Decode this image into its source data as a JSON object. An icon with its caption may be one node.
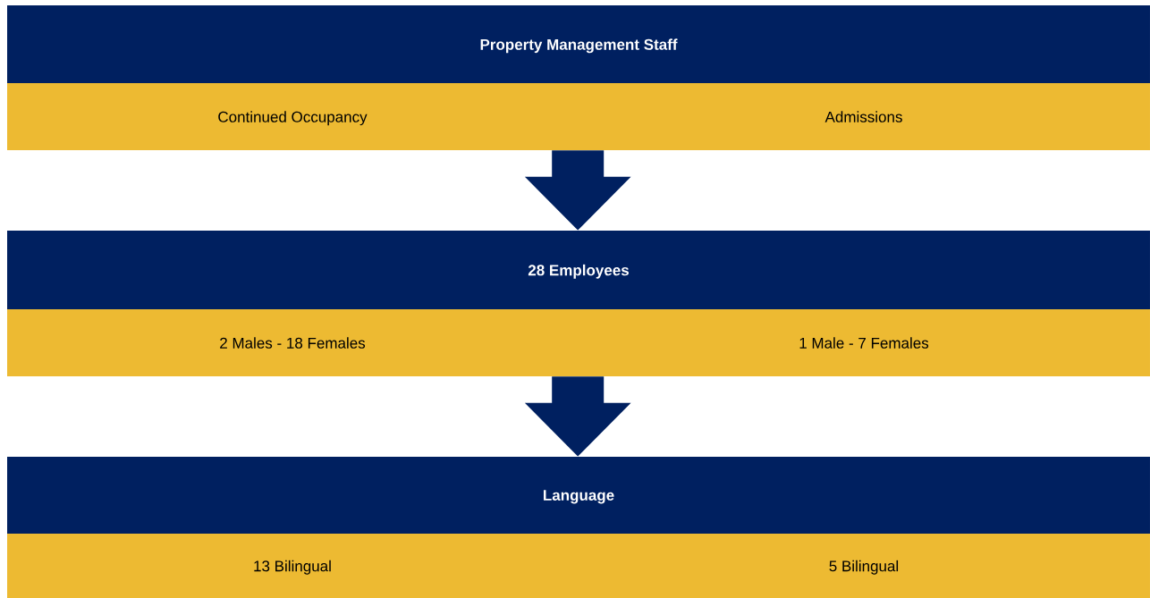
{
  "diagram": {
    "nodes": [
      {
        "text": [
          "Property Management Staff"
        ]
      },
      {
        "text": [
          "Continued Occupancy"
        ]
      },
      {
        "text": [
          "Admissions"
        ]
      },
      {
        "text": [
          "28 Employees"
        ]
      },
      {
        "text": [
          "2 Males - 18 Females"
        ]
      },
      {
        "text": [
          "1 Male - 7 Females"
        ]
      },
      {
        "text": [
          "Language"
        ]
      },
      {
        "text": [
          "13 Bilingual"
        ]
      },
      {
        "text": [
          "5 Bilingual"
        ]
      }
    ],
    "edges": [
      {
        "from": 1,
        "to": 3,
        "arrow": "to"
      },
      {
        "from": 4,
        "to": 6,
        "arrow": "to"
      }
    ]
  }
}
